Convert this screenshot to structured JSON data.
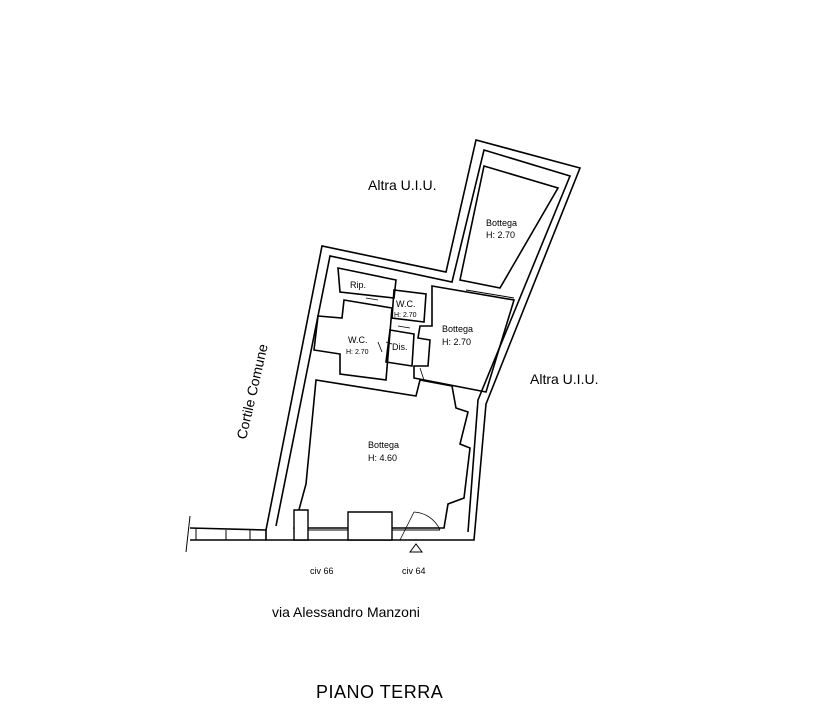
{
  "labels": {
    "altra_top": "Altra U.I.U.",
    "altra_right": "Altra U.I.U.",
    "cortile": "Cortile Comune",
    "street": "via Alessandro Manzoni",
    "civ66": "civ 66",
    "civ64": "civ 64",
    "title": "PIANO TERRA"
  },
  "rooms": {
    "bottega_top": {
      "name": "Bottega",
      "height": "H: 2.70"
    },
    "bottega_mid": {
      "name": "Bottega",
      "height": "H: 2.70"
    },
    "bottega_main": {
      "name": "Bottega",
      "height": "H: 4.60"
    },
    "rip": {
      "name": "Rip."
    },
    "wc_small": {
      "name": "W.C.",
      "height": "H: 2.70"
    },
    "wc_left": {
      "name": "W.C.",
      "height": "H: 2.70"
    },
    "dis": {
      "name": "Dis."
    }
  }
}
